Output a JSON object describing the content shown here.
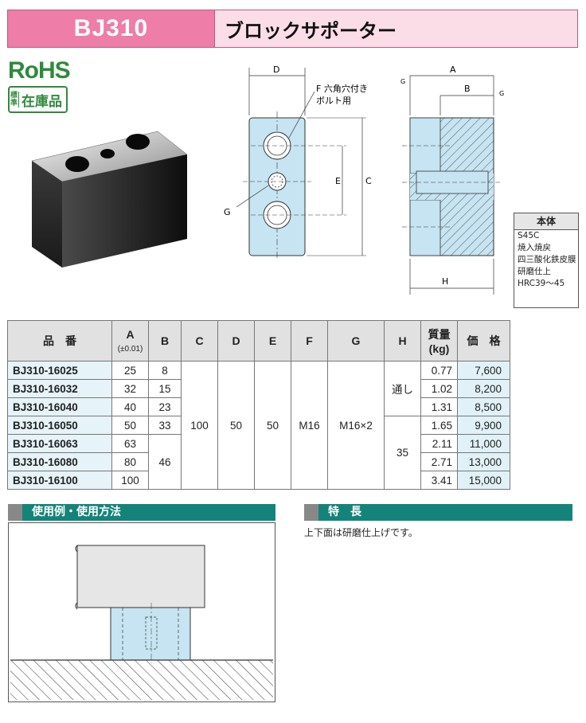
{
  "header": {
    "model": "BJ310",
    "title": "ブロックサポーター"
  },
  "badges": {
    "rohs": "RoHS",
    "stock_vertical": "標準",
    "stock_label": "在庫品"
  },
  "drawing_labels": {
    "d": "D",
    "f_line1": "F 六角穴付き",
    "f_line2": "ボルト用",
    "g": "G",
    "e": "E",
    "c": "C",
    "a": "A",
    "b": "B",
    "h": "H",
    "finish": "G"
  },
  "material": {
    "heading": "本体",
    "lines": [
      "S45C",
      "焼入焼戻",
      "四三酸化鉄皮膜",
      "研磨仕上",
      "HRC39～45"
    ]
  },
  "table": {
    "headers": {
      "part": "品　番",
      "a": "A",
      "a_tol": "(±0.01)",
      "b": "B",
      "c": "C",
      "d": "D",
      "e": "E",
      "f": "F",
      "g": "G",
      "h": "H",
      "mass": "質量",
      "mass_unit": "(kg)",
      "price": "価　格"
    },
    "rows": [
      {
        "part": "BJ310-16025",
        "a": "25",
        "b": "8",
        "mass": "0.77",
        "price": "7,600"
      },
      {
        "part": "BJ310-16032",
        "a": "32",
        "b": "15",
        "mass": "1.02",
        "price": "8,200"
      },
      {
        "part": "BJ310-16040",
        "a": "40",
        "b": "23",
        "mass": "1.31",
        "price": "8,500"
      },
      {
        "part": "BJ310-16050",
        "a": "50",
        "b": "33",
        "mass": "1.65",
        "price": "9,900"
      },
      {
        "part": "BJ310-16063",
        "a": "63",
        "mass": "2.11",
        "price": "11,000"
      },
      {
        "part": "BJ310-16080",
        "a": "80",
        "mass": "2.71",
        "price": "13,000"
      },
      {
        "part": "BJ310-16100",
        "a": "100",
        "mass": "3.41",
        "price": "15,000"
      }
    ],
    "merged": {
      "b_last": "46",
      "c": "100",
      "d": "50",
      "e": "50",
      "f": "M16",
      "g": "M16×2",
      "h_top": "通し",
      "h_bottom": "35"
    }
  },
  "sections": {
    "usage_title": "使用例・使用方法",
    "feature_title": "特　長",
    "feature_text": "上下面は研磨仕上げです。"
  },
  "colors": {
    "header_pink": "#ee7da7",
    "header_light": "#fbdde8",
    "rohs_green": "#2f8a3c",
    "section_teal": "#14847a",
    "part_blue": "#c6e4f2"
  }
}
